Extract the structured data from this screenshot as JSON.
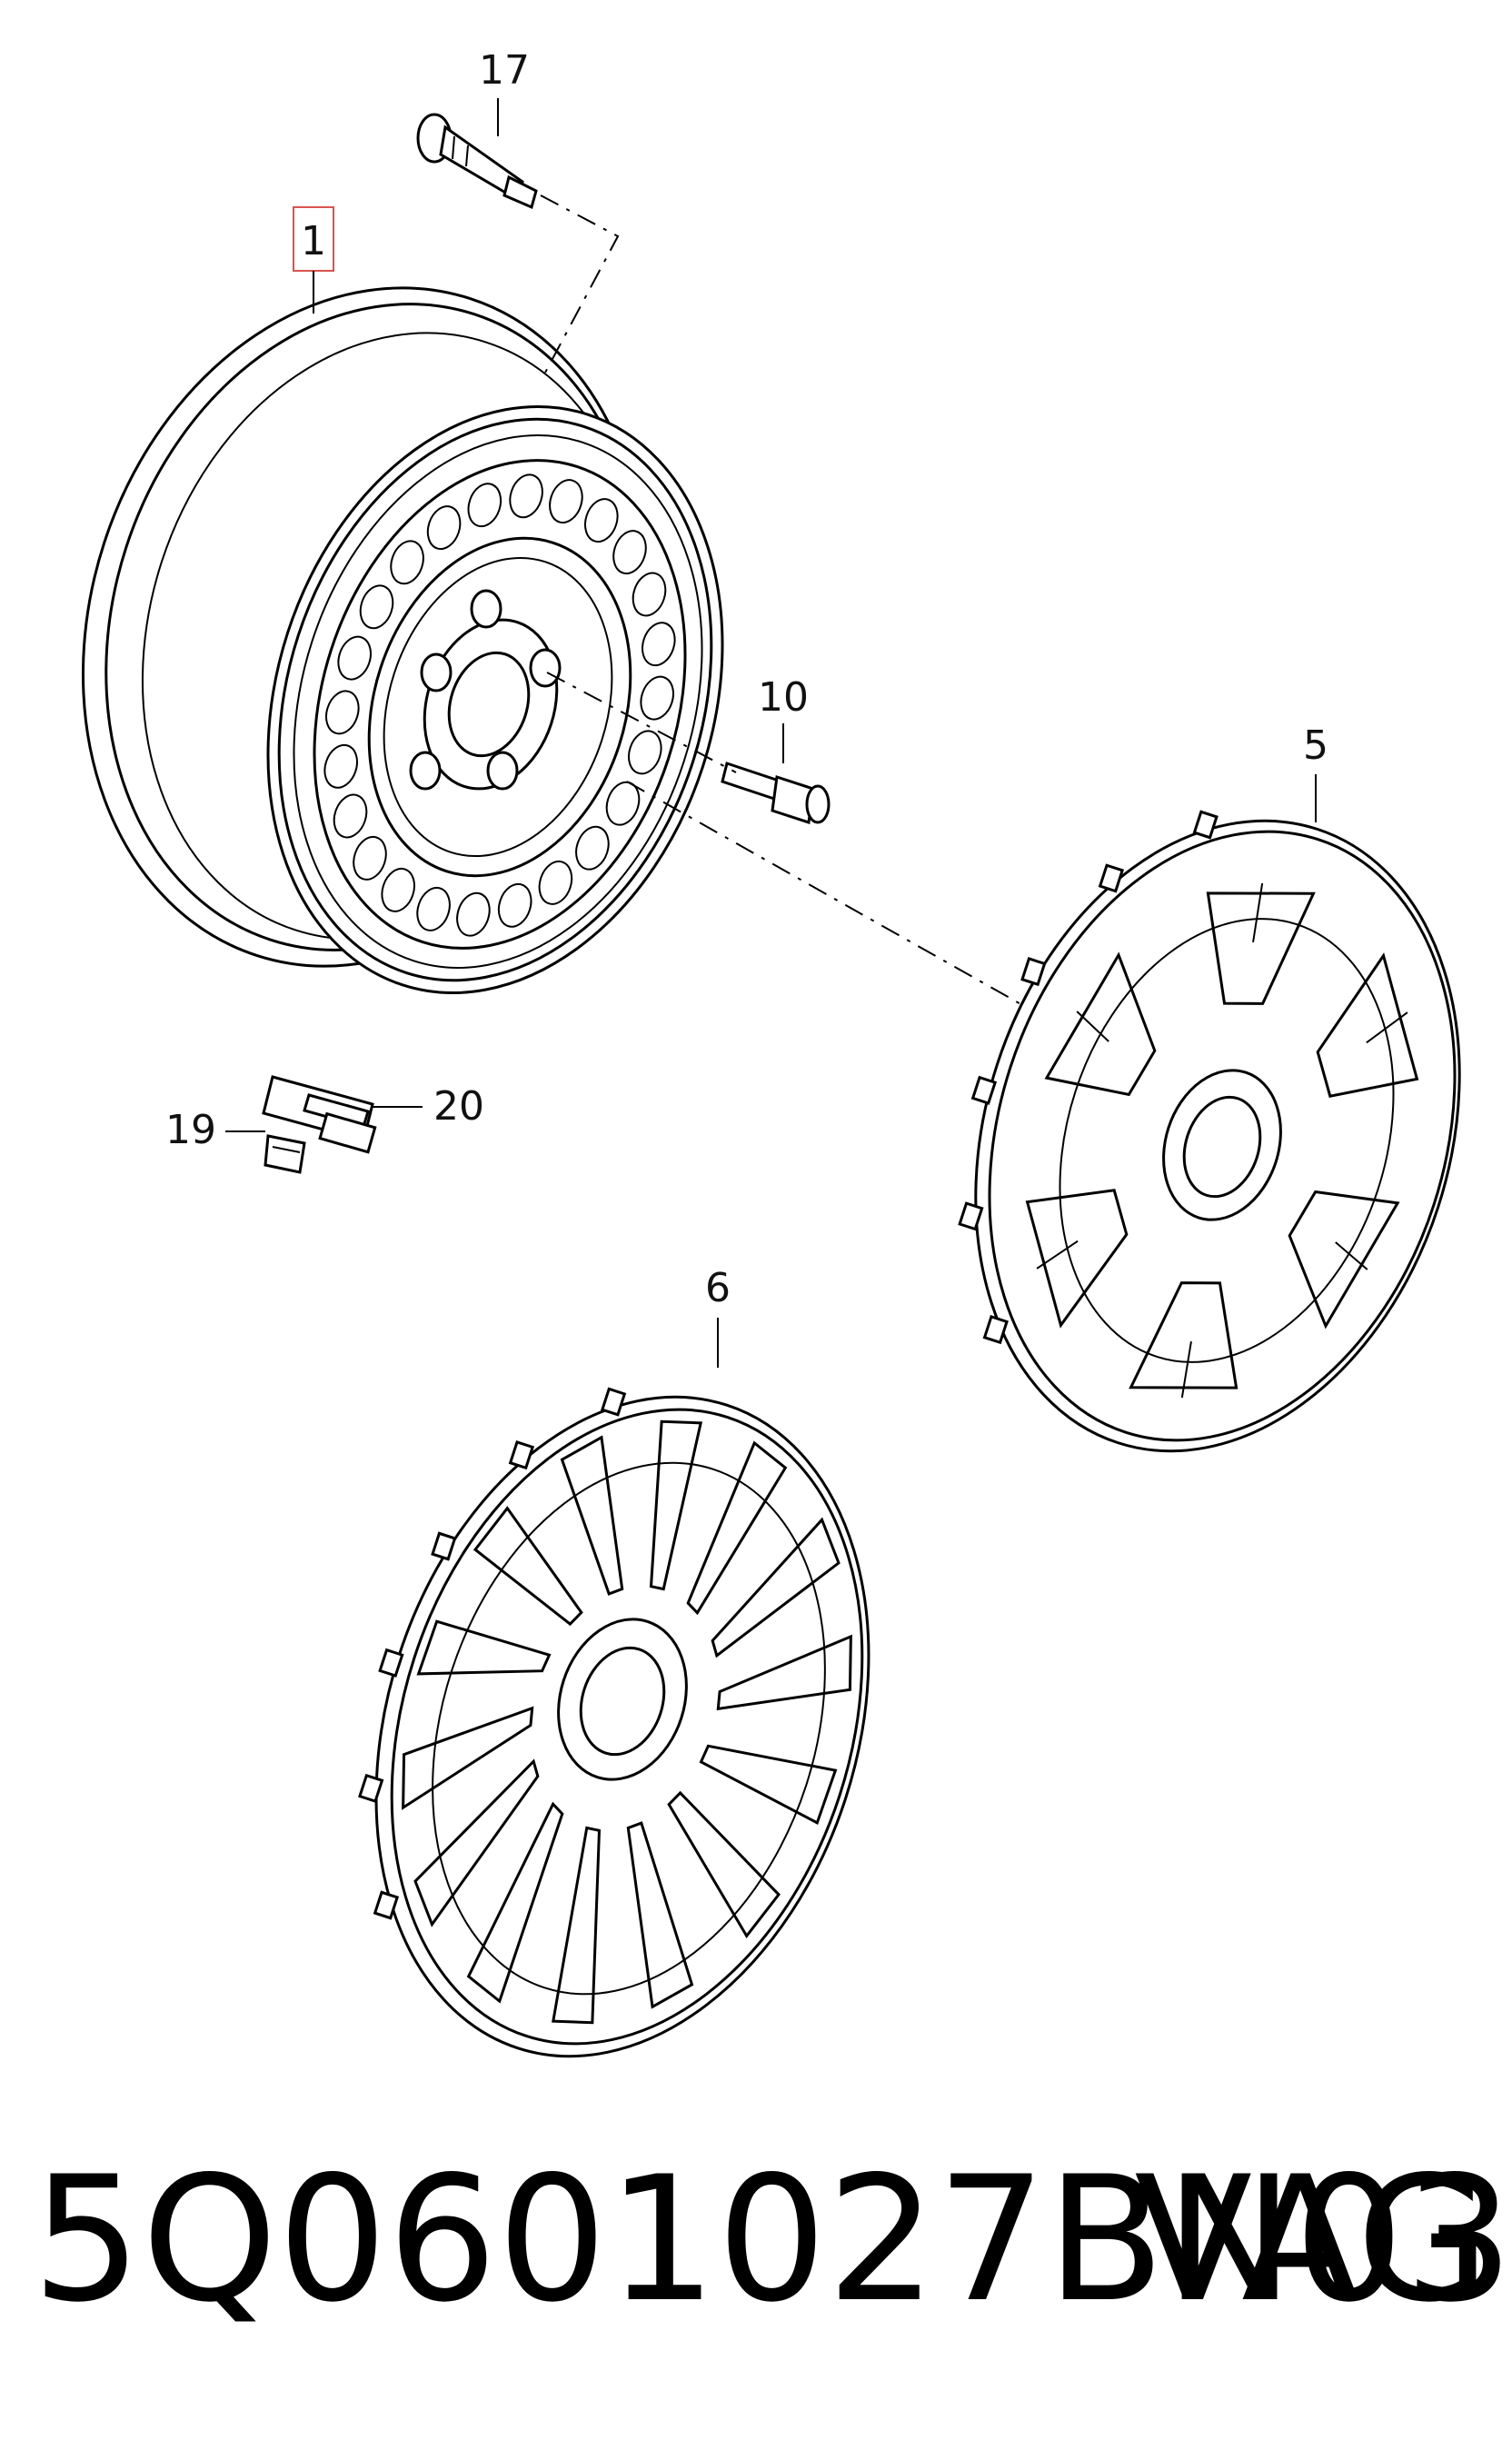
{
  "callouts": {
    "wheel": "1",
    "valve": "17",
    "bolt": "10",
    "hubcap_a": "5",
    "hubcap_b": "6",
    "clip": "19",
    "sensor": "20"
  },
  "footer": {
    "part_number": "5Q0601027BN03C",
    "brand": "VAG"
  },
  "colors": {
    "highlight_box": "#d9534f",
    "line": "#000000"
  }
}
